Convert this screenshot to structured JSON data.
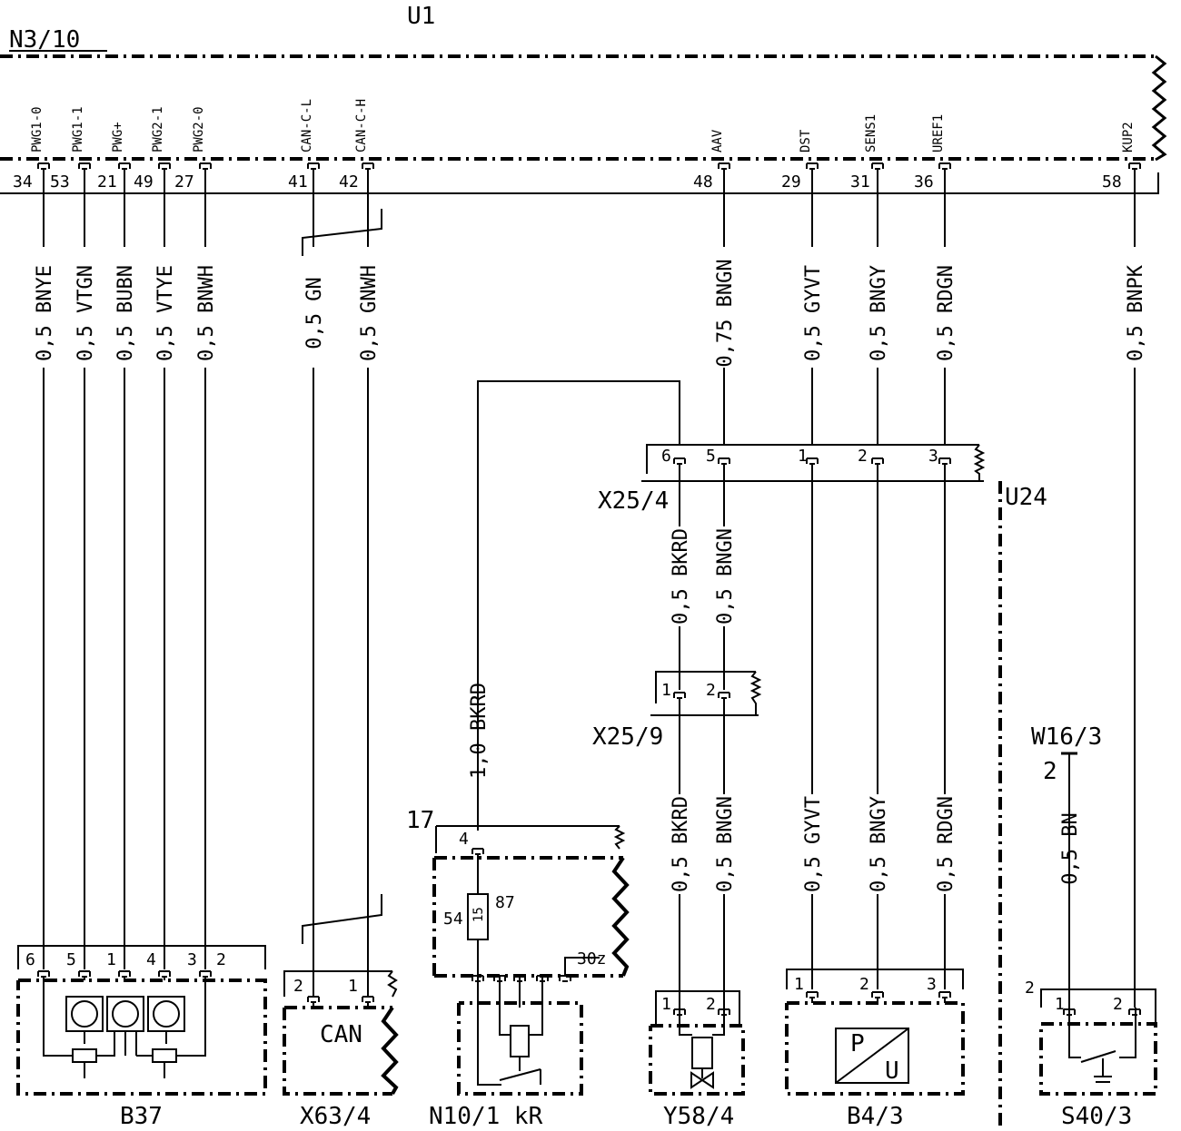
{
  "module": {
    "name": "N3/10",
    "board": "U1",
    "side_unit": "U24"
  },
  "top_pins": [
    {
      "num": "34",
      "signal": "PWG1-0",
      "wire": "0,5 BNYE"
    },
    {
      "num": "53",
      "signal": "PWG1-1",
      "wire": "0,5 VTGN"
    },
    {
      "num": "21",
      "signal": "PWG+",
      "wire": "0,5 BUBN"
    },
    {
      "num": "49",
      "signal": "PWG2-1",
      "wire": "0,5 VTYE"
    },
    {
      "num": "27",
      "signal": "PWG2-0",
      "wire": "0,5 BNWH"
    },
    {
      "num": "41",
      "signal": "CAN-C-L",
      "wire": "0,5 GN"
    },
    {
      "num": "42",
      "signal": "CAN-C-H",
      "wire": "0,5 GNWH"
    },
    {
      "num": "48",
      "signal": "AAV",
      "wire": "0,75 BNGN"
    },
    {
      "num": "29",
      "signal": "DST",
      "wire": "0,5 GYVT"
    },
    {
      "num": "31",
      "signal": "SENS1",
      "wire": "0,5 BNGY"
    },
    {
      "num": "36",
      "signal": "UREF1",
      "wire": "0,5 RDGN"
    },
    {
      "num": "58",
      "signal": "KUP2",
      "wire": "0,5 BNPK"
    }
  ],
  "connectors": {
    "x25_4": {
      "name": "X25/4",
      "pins": [
        "6",
        "5",
        "1",
        "2",
        "3"
      ]
    },
    "x25_9": {
      "name": "X25/9",
      "pins": [
        "1",
        "2"
      ]
    }
  },
  "mid_wires": [
    "0,5 BKRD",
    "0,5 BNGN"
  ],
  "relay_wire": "1,0 BKRD",
  "lower_wires": [
    "0,5 BKRD",
    "0,5 BNGN",
    "0,5 GYVT",
    "0,5 BNGY",
    "0,5 RDGN"
  ],
  "w16": {
    "name": "W16/3",
    "pin": "2",
    "wire": "0,5 BN"
  },
  "relay": {
    "fuse_block": "17",
    "pin_in": "4",
    "relay_label": "15",
    "pin_left": "54",
    "pin_right": "87",
    "ext": "30z"
  },
  "components": {
    "b37": {
      "name": "B37",
      "pins": [
        "6",
        "5",
        "1",
        "4",
        "3",
        "2"
      ]
    },
    "x63_4": {
      "name": "X63/4",
      "inner": "CAN",
      "pins": [
        "2",
        "1"
      ]
    },
    "n10_1": {
      "name": "N10/1 kR"
    },
    "y58_4": {
      "name": "Y58/4",
      "pins": [
        "1",
        "2"
      ]
    },
    "b4_3": {
      "name": "B4/3",
      "pins": [
        "1",
        "2",
        "3"
      ],
      "p": "P",
      "u": "U"
    },
    "s40_3": {
      "name": "S40/3",
      "pins": [
        "2",
        "1",
        "2"
      ]
    }
  }
}
